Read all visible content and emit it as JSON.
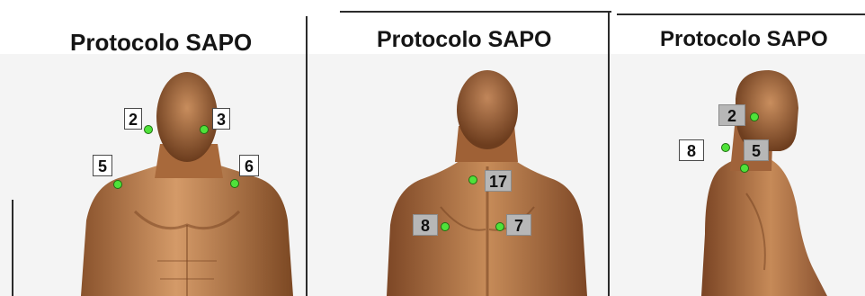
{
  "panels": [
    {
      "title": "Protocolo SAPO",
      "view": "frente",
      "markers": [
        {
          "label": "2",
          "style": "white"
        },
        {
          "label": "3",
          "style": "white"
        },
        {
          "label": "5",
          "style": "white"
        },
        {
          "label": "6",
          "style": "white"
        }
      ]
    },
    {
      "title": "Protocolo SAPO",
      "view": "costas",
      "markers": [
        {
          "label": "17",
          "style": "grey"
        },
        {
          "label": "8",
          "style": "grey"
        },
        {
          "label": "7",
          "style": "grey"
        }
      ]
    },
    {
      "title": "Protocolo SAPO",
      "view": "lateral",
      "markers": [
        {
          "label": "2",
          "style": "grey"
        },
        {
          "label": "8",
          "style": "white"
        },
        {
          "label": "5",
          "style": "grey"
        }
      ]
    }
  ],
  "colors": {
    "marker": "#4fe23a",
    "skin": "#c98a5a",
    "background": "#ffffff"
  }
}
